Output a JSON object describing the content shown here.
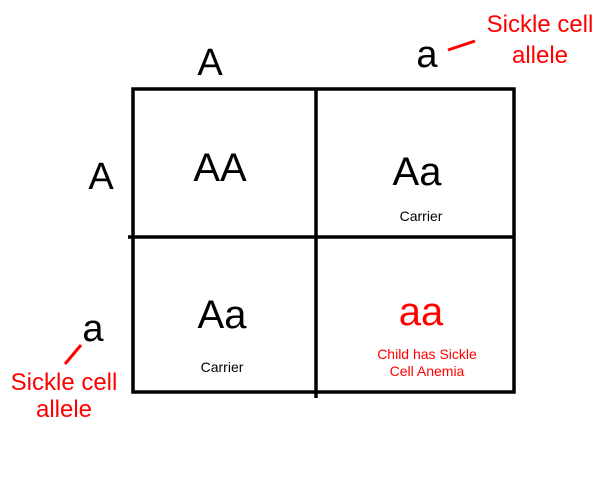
{
  "title": "Punnett square for sickle cell inheritance",
  "colors": {
    "line": "#000000",
    "highlight": "#ff0000"
  },
  "columns": [
    "A",
    "a"
  ],
  "rows": [
    "A",
    "a"
  ],
  "annotations": {
    "top": {
      "line1": "Sickle cell",
      "line2": "allele"
    },
    "left": {
      "line1": "Sickle cell",
      "line2": "allele"
    }
  },
  "cells": [
    {
      "genotype": "AA",
      "note": ""
    },
    {
      "genotype": "Aa",
      "note": "Carrier"
    },
    {
      "genotype": "Aa",
      "note": "Carrier"
    },
    {
      "genotype": "aa",
      "note_line1": "Child has Sickle",
      "note_line2": "Cell Anemia"
    }
  ]
}
